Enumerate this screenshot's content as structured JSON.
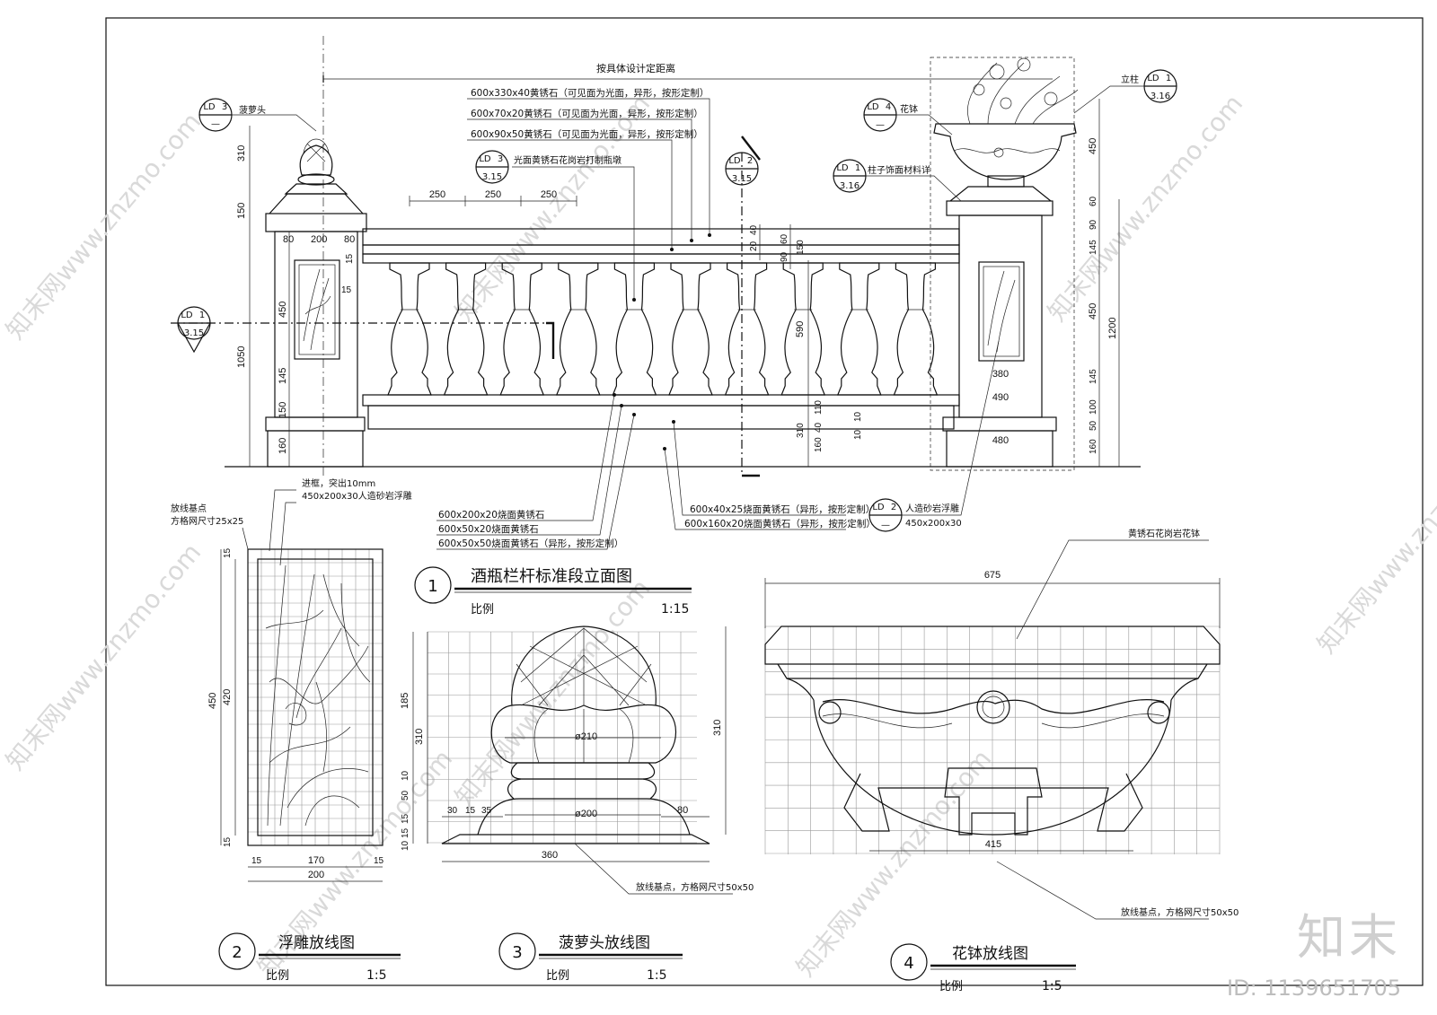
{
  "titles": {
    "t1": {
      "num": "1",
      "name": "酒瓶栏杆标准段立面图",
      "scale_label": "比例",
      "scale": "1:15"
    },
    "t2": {
      "num": "2",
      "name": "浮雕放线图",
      "scale_label": "比例",
      "scale": "1:5"
    },
    "t3": {
      "num": "3",
      "name": "菠萝头放线图",
      "scale_label": "比例",
      "scale": "1:5"
    },
    "t4": {
      "num": "4",
      "name": "花钵放线图",
      "scale_label": "比例",
      "scale": "1:5"
    }
  },
  "refs": {
    "pineapple": {
      "ld": "LD",
      "n": "3",
      "sheet": "—",
      "label": "菠萝头"
    },
    "stone": {
      "ld": "LD",
      "n": "3",
      "sheet": "3.15",
      "label": "光面黄锈石花岗岩打制瓶墩"
    },
    "section": {
      "ld": "LD",
      "n": "2",
      "sheet": "3.15"
    },
    "left_section": {
      "ld": "LD",
      "n": "1",
      "sheet": "3.15"
    },
    "flowerpot": {
      "ld": "LD",
      "n": "4",
      "sheet": "—",
      "label": "花钵"
    },
    "post": {
      "ld": "LD",
      "n": "1",
      "sheet": "3.16",
      "label": "立柱"
    },
    "post_finish": {
      "ld": "LD",
      "n": "1",
      "sheet": "3.16",
      "label": "柱子饰面材料详"
    },
    "relief": {
      "ld": "LD",
      "n": "2",
      "sheet": "—",
      "label": "人造砂岩浮雕",
      "size": "450x200x30"
    }
  },
  "notes": {
    "top": "按具体设计定距离",
    "n1": "600x330x40黄锈石（可见面为光面，异形，按形定制）",
    "n2": "600x70x20黄锈石（可见面为光面，异形，按形定制）",
    "n3": "600x90x50黄锈石（可见面为光面，异形，按形定制）",
    "b1": "600x200x20烧面黄锈石",
    "b2": "600x50x20烧面黄锈石",
    "b3": "600x50x50烧面黄锈石（异形，按形定制）",
    "b4": "600x40x25烧面黄锈石（异形，按形定制）",
    "b5": "600x160x20烧面黄锈石（异形，按形定制）",
    "relief1": "进框，突出10mm",
    "relief2": "放线基点",
    "relief3": "450x200x30人造砂岩浮雕",
    "relief4": "方格网尺寸25x25",
    "pine_note": "放线基点，方格网尺寸50x50",
    "pot_label": "黄锈石花岗岩花钵",
    "pot_note": "放线基点，方格网尺寸50x50"
  },
  "dims": {
    "d250": "250",
    "d310": "310",
    "d150": "150",
    "d1050": "1050",
    "d450": "450",
    "d145": "145",
    "d160": "160",
    "d80": "80",
    "d200": "200",
    "d15": "15",
    "d40": "40",
    "d20": "20",
    "d90": "90",
    "d60": "60",
    "d590": "590",
    "d110": "110",
    "d10": "10",
    "d380": "380",
    "d490": "490",
    "d480": "480",
    "d1200": "1200",
    "d100": "100",
    "d50": "50",
    "d420": "420",
    "d170": "170",
    "d185": "185",
    "d210": "ø210",
    "dia200": "ø200",
    "d30": "30",
    "d35": "35",
    "d360": "360",
    "d675": "675",
    "d415": "415"
  },
  "branding": {
    "logo": "知末",
    "id": "ID: 1139651705",
    "watermark": "知末网www.znzmo.com"
  }
}
